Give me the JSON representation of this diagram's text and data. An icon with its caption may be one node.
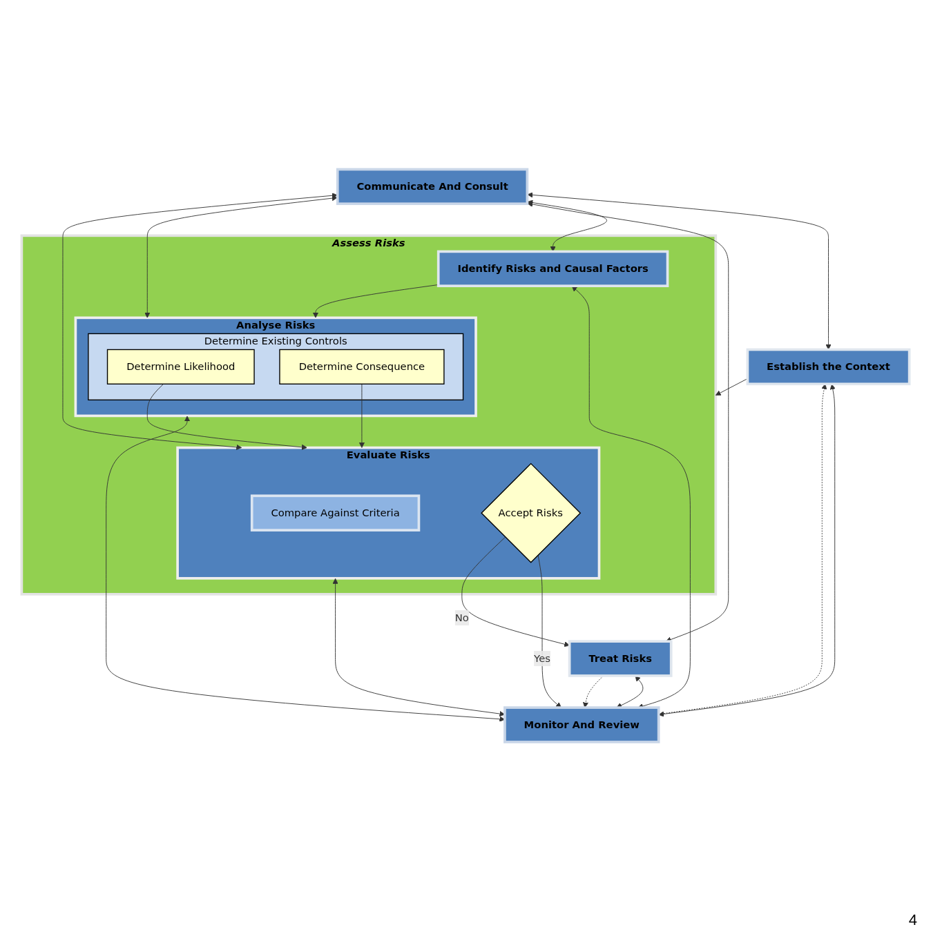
{
  "diagram": {
    "nodes": [
      {
        "text": [
          "Communicate And Consult"
        ]
      },
      {
        "text": [
          "Establish the Context"
        ]
      },
      {
        "text": [
          "Assess Risks"
        ]
      },
      {
        "text": [
          "Identify Risks and Causal Factors"
        ],
        "in": 2
      },
      {
        "text": [
          "Analyse Risks"
        ],
        "in": 2
      },
      {
        "text": [
          "Determine Existing Controls"
        ],
        "in": 4
      },
      {
        "text": [
          "Determine Likelihood"
        ],
        "in": 5
      },
      {
        "text": [
          "Determine Consequence"
        ],
        "in": 5
      },
      {
        "text": [
          "Evaluate Risks"
        ],
        "in": 2
      },
      {
        "text": [
          "Compare Against Criteria"
        ],
        "in": 8
      },
      {
        "text": [
          "Accept Risks"
        ],
        "in": 8
      },
      {
        "text": [
          "Treat Risks"
        ]
      },
      {
        "text": [
          "Monitor And Review"
        ]
      }
    ],
    "edges": [
      {
        "from": 12,
        "to": 1,
        "arrow": "to",
        "style": "dashed"
      },
      {
        "from": 0,
        "to": 1,
        "arrow": "both"
      },
      {
        "from": 1,
        "to": 12,
        "arrow": "both"
      },
      {
        "from": 1,
        "to": 2,
        "arrow": "to"
      },
      {
        "from": 0,
        "to": 3,
        "arrow": "both"
      },
      {
        "from": 3,
        "to": 12,
        "arrow": "both"
      },
      {
        "from": 3,
        "to": 4,
        "arrow": "to"
      },
      {
        "from": 0,
        "to": 4,
        "arrow": "both"
      },
      {
        "from": 4,
        "to": 12,
        "arrow": "both"
      },
      {
        "from": 6,
        "to": 8,
        "arrow": "to"
      },
      {
        "from": 7,
        "to": 8,
        "arrow": "to"
      },
      {
        "from": 0,
        "to": 8,
        "arrow": "both"
      },
      {
        "from": 8,
        "to": 12,
        "arrow": "both"
      },
      {
        "from": 10,
        "to": 12,
        "arrow": "to",
        "label": "Yes"
      },
      {
        "from": 10,
        "to": 11,
        "arrow": "to",
        "label": "No"
      },
      {
        "from": 0,
        "to": 11,
        "arrow": "both"
      },
      {
        "from": 11,
        "to": 12,
        "arrow": "both"
      },
      {
        "from": 11,
        "to": 12,
        "arrow": "to",
        "style": "dashed"
      }
    ],
    "labels": [
      "4"
    ]
  }
}
